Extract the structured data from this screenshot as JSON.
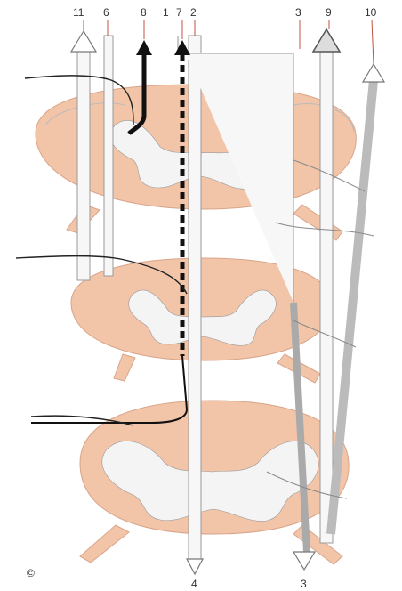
{
  "labels": {
    "top": [
      "11",
      "6",
      "8",
      "1",
      "7",
      "2",
      "3",
      "9",
      "10"
    ],
    "bottom": [
      "4",
      "3"
    ],
    "corner": "©"
  },
  "colors": {
    "spinal_segment": "#f2c4a8",
    "gray_matter": "#f4f4f4",
    "tract": "#f7f7f7",
    "pathway_black": "#111111"
  }
}
